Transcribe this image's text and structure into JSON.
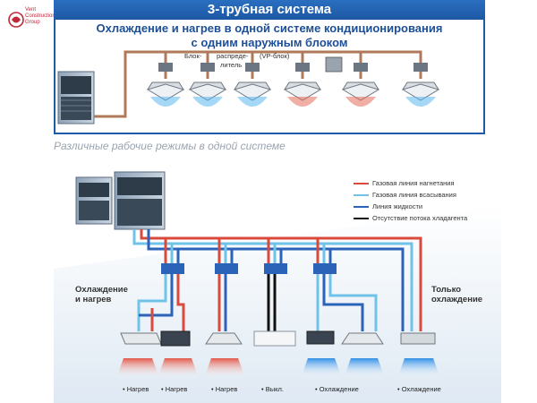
{
  "logo": {
    "line1": "Vent",
    "line2": "Construction",
    "line3": "Group"
  },
  "top": {
    "title": "3-трубная система",
    "subtitle_line1": "Охлаждение и нагрев в одной системе кондиционирования",
    "subtitle_line2": "с одним наружным блоком",
    "distributor_label_a": "Блок-",
    "distributor_label_b": "распреде-",
    "distributor_label_c": "литель",
    "vp_label": "(VP-блок)"
  },
  "bottom": {
    "caption": "Различные рабочие режимы в одной системе",
    "left_label_1": "Охлаждение",
    "left_label_2": "и нагрев",
    "right_label_1": "Только",
    "right_label_2": "охлаждение",
    "legend": [
      {
        "label": "Газовая линия нагнетания",
        "color": "#d94a3c"
      },
      {
        "label": "Газовая линия всасывания",
        "color": "#6fc3e8"
      },
      {
        "label": "Линия жидкости",
        "color": "#2a63b8"
      },
      {
        "label": "Отсутствие потока хладагента",
        "color": "#111111"
      }
    ],
    "modes": [
      "• Нагрев",
      "• Нагрев",
      "• Нагрев",
      "• Выкл.",
      "• Охлаждение",
      "• Охлаждение"
    ]
  },
  "colors": {
    "brand_blue": "#1f5aa8",
    "hot_red": "#d94a3c",
    "cold_blue": "#2a8fe0",
    "pipe_brown": "#b07a5a"
  }
}
